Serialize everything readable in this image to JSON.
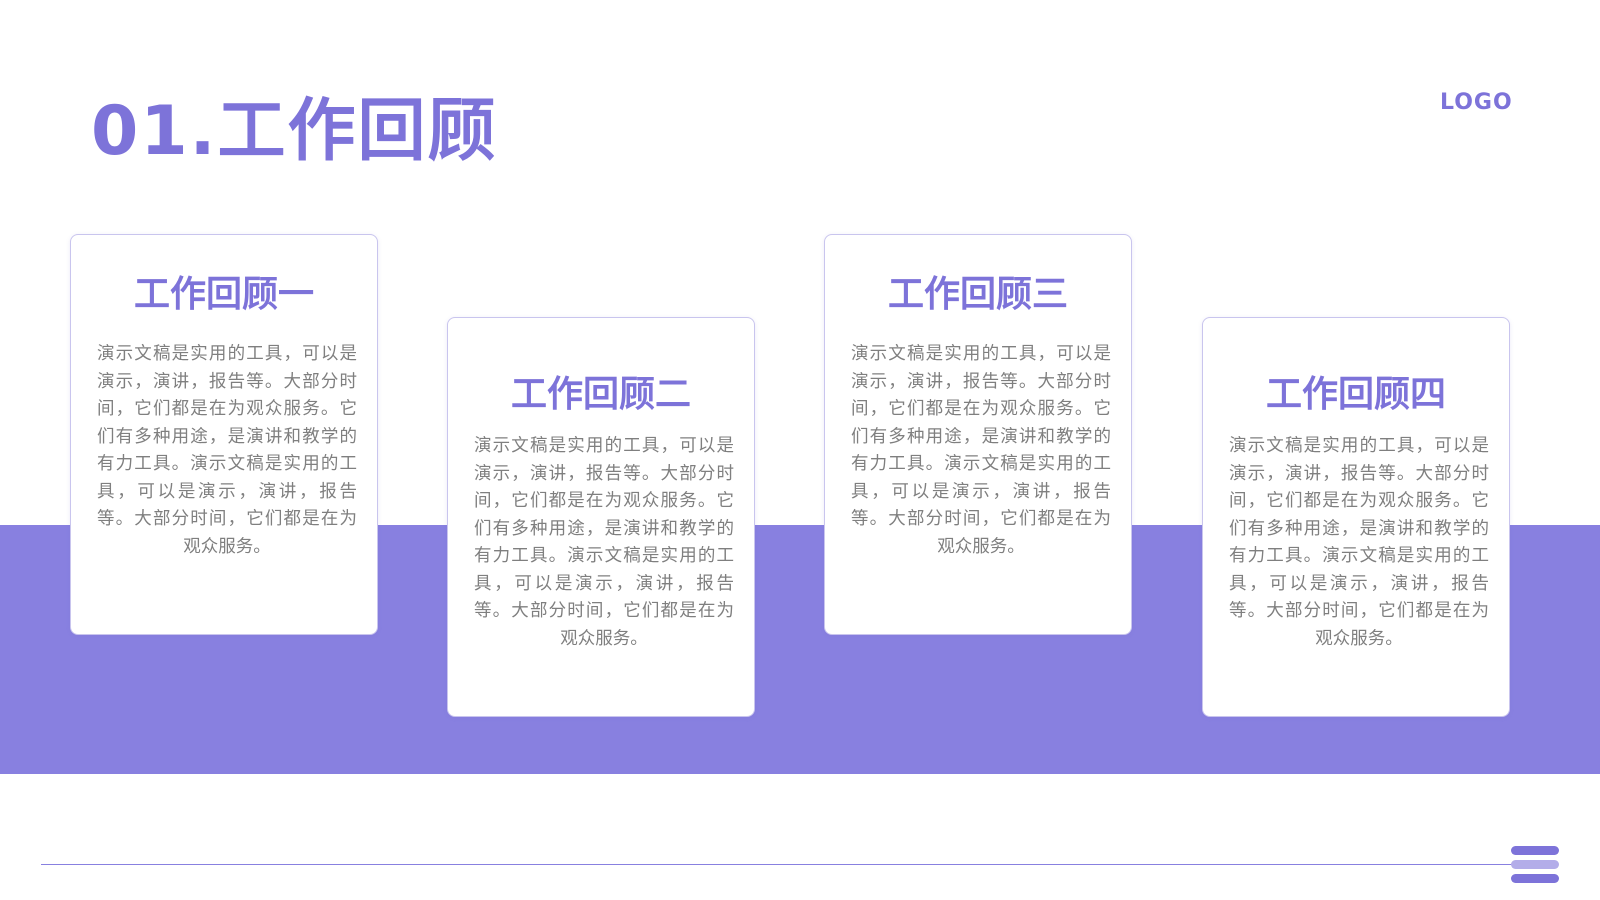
{
  "header": {
    "title": "01.工作回顾",
    "logo": "LOGO"
  },
  "cards": [
    {
      "title": "工作回顾一",
      "body": "演示文稿是实用的工具，可以是演示，演讲，报告等。大部分时间，它们都是在为观众服务。它们有多种用途，是演讲和教学的有力工具。演示文稿是实用的工具，可以是演示，演讲，报告等。大部分时间，它们都是在为观众服务。"
    },
    {
      "title": "工作回顾二",
      "body": "演示文稿是实用的工具，可以是演示，演讲，报告等。大部分时间，它们都是在为观众服务。它们有多种用途，是演讲和教学的有力工具。演示文稿是实用的工具，可以是演示，演讲，报告等。大部分时间，它们都是在为观众服务。"
    },
    {
      "title": "工作回顾三",
      "body": "演示文稿是实用的工具，可以是演示，演讲，报告等。大部分时间，它们都是在为观众服务。它们有多种用途，是演讲和教学的有力工具。演示文稿是实用的工具，可以是演示，演讲，报告等。大部分时间，它们都是在为观众服务。"
    },
    {
      "title": "工作回顾四",
      "body": "演示文稿是实用的工具，可以是演示，演讲，报告等。大部分时间，它们都是在为观众服务。它们有多种用途，是演讲和教学的有力工具。演示文稿是实用的工具，可以是演示，演讲，报告等。大部分时间，它们都是在为观众服务。"
    }
  ],
  "footer": {
    "icon": "menu-icon"
  },
  "colors": {
    "accent": "#8880e0",
    "title": "#7d73d9",
    "body_text": "#7f7f7f",
    "background": "#ffffff"
  }
}
